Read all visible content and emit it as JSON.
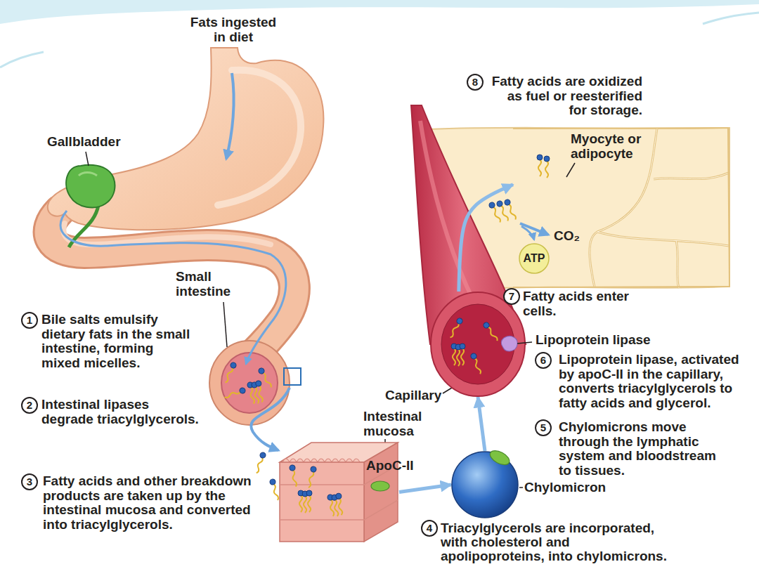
{
  "diagram": {
    "nodes": [
      {
        "text": [
          "Intestinal mucosa"
        ]
      },
      {
        "text": [
          "Chylomicron"
        ]
      },
      {
        "text": [
          "Capillary"
        ]
      },
      {
        "text": [
          "Myocyte or adipocyte"
        ]
      },
      {
        "text": [
          "ATP"
        ],
        "in": 3
      }
    ],
    "edges": [
      {
        "from": 0,
        "to": 1,
        "arrow": "to"
      },
      {
        "from": 1,
        "to": 2,
        "arrow": "to"
      },
      {
        "from": 2,
        "to": 3,
        "arrow": "to"
      }
    ],
    "labels": [
      "Fats ingested in diet",
      "Gallbladder",
      "Small intestine",
      "1",
      "Bile salts emulsify dietary fats in the small intestine, forming mixed micelles.",
      "2",
      "Intestinal lipases degrade triacylglycerols.",
      "3",
      "Fatty acids and other breakdown products are taken up by the intestinal mucosa and converted into triacylglycerols.",
      "ApoC-II",
      "4",
      "Triacylglycerols are incorporated, with cholesterol and apolipoproteins, into chylomicrons.",
      "5",
      "Chylomicrons move through the lymphatic system and bloodstream to tissues.",
      "6",
      "Lipoprotein lipase, activated by apoC-II in the capillary, converts triacylglycerols to fatty acids and glycerol.",
      "Lipoprotein lipase",
      "7",
      "Fatty acids enter cells.",
      "8",
      "Fatty acids are oxidized as fuel or reesterified for storage.",
      "CO₂"
    ]
  }
}
